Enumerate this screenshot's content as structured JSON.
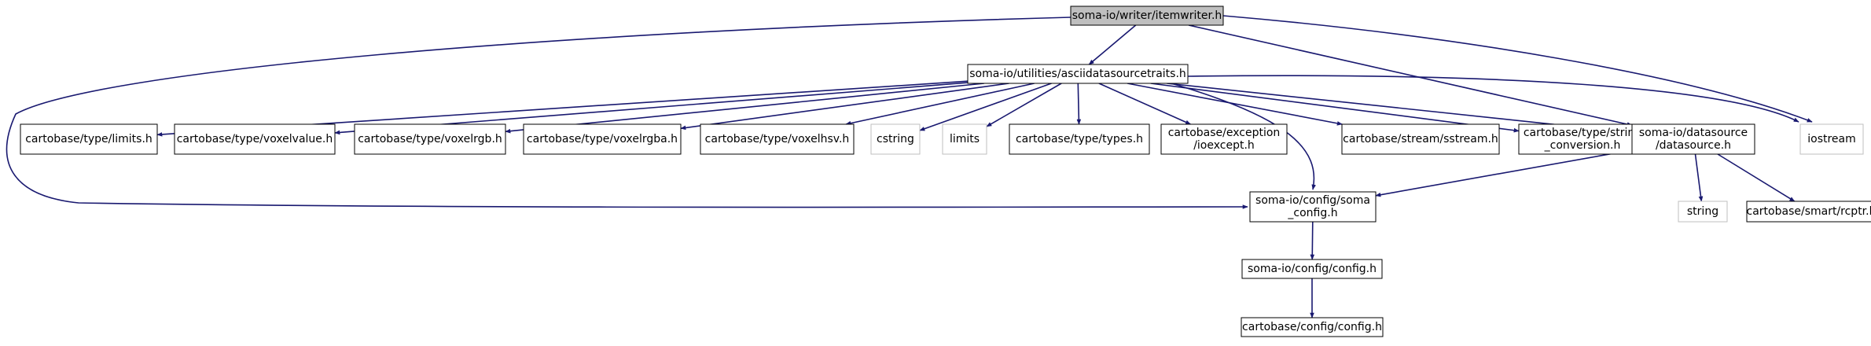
{
  "colors": {
    "edge": "#191970",
    "node_border": "#000000",
    "external_border": "#bfbfbf",
    "root_fill": "#bfbfbf",
    "node_fill": "#ffffff"
  },
  "nodes": {
    "itemwriter": {
      "lines": [
        "soma-io/writer/itemwriter.h"
      ],
      "kind": "root"
    },
    "asciitraits": {
      "lines": [
        "soma-io/utilities/asciidatasourcetraits.h"
      ],
      "kind": "file"
    },
    "limits_h": {
      "lines": [
        "cartobase/type/limits.h"
      ],
      "kind": "file"
    },
    "voxelvalue": {
      "lines": [
        "cartobase/type/voxelvalue.h"
      ],
      "kind": "file"
    },
    "voxelrgb": {
      "lines": [
        "cartobase/type/voxelrgb.h"
      ],
      "kind": "file"
    },
    "voxelrgba": {
      "lines": [
        "cartobase/type/voxelrgba.h"
      ],
      "kind": "file"
    },
    "voxelhsv": {
      "lines": [
        "cartobase/type/voxelhsv.h"
      ],
      "kind": "file"
    },
    "cstring": {
      "lines": [
        "cstring"
      ],
      "kind": "external"
    },
    "limits": {
      "lines": [
        "limits"
      ],
      "kind": "external"
    },
    "types": {
      "lines": [
        "cartobase/type/types.h"
      ],
      "kind": "file"
    },
    "ioexcept": {
      "lines": [
        "cartobase/exception",
        "/ioexcept.h"
      ],
      "kind": "file"
    },
    "sstream": {
      "lines": [
        "cartobase/stream/sstream.h"
      ],
      "kind": "file"
    },
    "string_conv": {
      "lines": [
        "cartobase/type/string",
        "_conversion.h"
      ],
      "kind": "file"
    },
    "datasource": {
      "lines": [
        "soma-io/datasource",
        "/datasource.h"
      ],
      "kind": "file"
    },
    "iostream": {
      "lines": [
        "iostream"
      ],
      "kind": "external"
    },
    "soma_config": {
      "lines": [
        "soma-io/config/soma",
        "_config.h"
      ],
      "kind": "file"
    },
    "string": {
      "lines": [
        "string"
      ],
      "kind": "external"
    },
    "rcptr": {
      "lines": [
        "cartobase/smart/rcptr.h"
      ],
      "kind": "file"
    },
    "config": {
      "lines": [
        "soma-io/config/config.h"
      ],
      "kind": "file"
    },
    "cartoconfig": {
      "lines": [
        "cartobase/config/config.h"
      ],
      "kind": "file"
    }
  },
  "edges": [
    [
      "itemwriter",
      "asciitraits"
    ],
    [
      "itemwriter",
      "soma_config"
    ],
    [
      "itemwriter",
      "datasource"
    ],
    [
      "itemwriter",
      "iostream"
    ],
    [
      "asciitraits",
      "limits_h"
    ],
    [
      "asciitraits",
      "voxelvalue"
    ],
    [
      "asciitraits",
      "voxelrgb"
    ],
    [
      "asciitraits",
      "voxelrgba"
    ],
    [
      "asciitraits",
      "voxelhsv"
    ],
    [
      "asciitraits",
      "cstring"
    ],
    [
      "asciitraits",
      "limits"
    ],
    [
      "asciitraits",
      "types"
    ],
    [
      "asciitraits",
      "ioexcept"
    ],
    [
      "asciitraits",
      "sstream"
    ],
    [
      "asciitraits",
      "string_conv"
    ],
    [
      "asciitraits",
      "datasource"
    ],
    [
      "asciitraits",
      "iostream"
    ],
    [
      "asciitraits",
      "soma_config"
    ],
    [
      "datasource",
      "soma_config"
    ],
    [
      "datasource",
      "string"
    ],
    [
      "datasource",
      "rcptr"
    ],
    [
      "soma_config",
      "config"
    ],
    [
      "config",
      "cartoconfig"
    ]
  ]
}
